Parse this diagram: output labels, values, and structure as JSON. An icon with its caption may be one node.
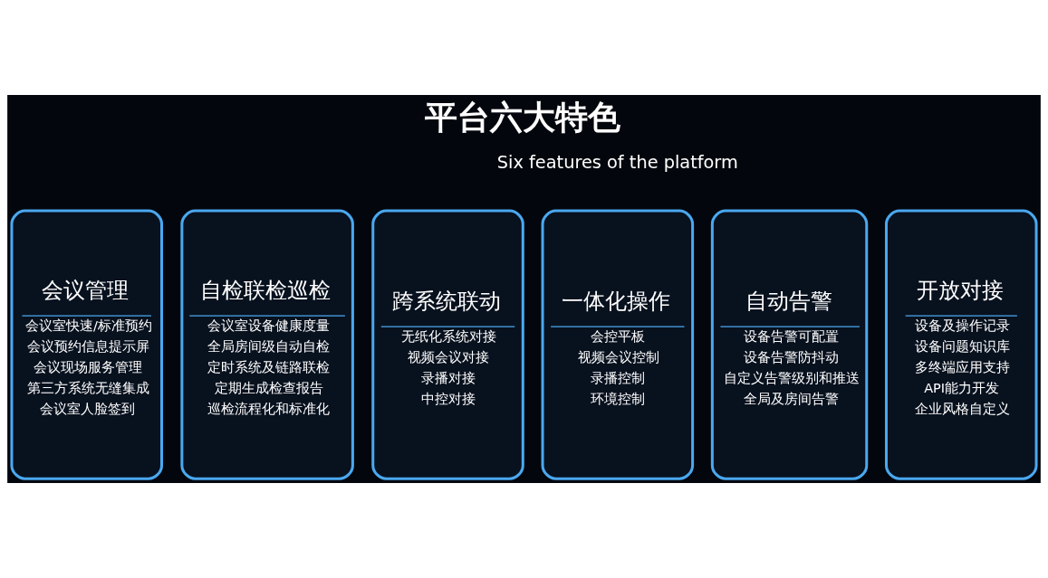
{
  "diagram": {
    "title": "平台六大特色",
    "nodes": [
      {
        "text": [
          "会议管理",
          "会议室快速/标准预约",
          "会议预约信息提示屏",
          "会议现场服务管理",
          "第三方系统无缝集成",
          "会议室人脸签到"
        ]
      },
      {
        "text": [
          "自检联检巡检",
          "会议室设备健康度量",
          "全局房间级自动自检",
          "定时系统及链路联检",
          "定期生成检查报告",
          "巡检流程化和标准化"
        ]
      },
      {
        "text": [
          "跨系统联动",
          "无纸化系统对接",
          "视频会议对接",
          "录播对接",
          "中控对接"
        ]
      },
      {
        "text": [
          "一体化操作",
          "会控平板",
          "视频会议控制",
          "录播控制",
          "环境控制"
        ]
      },
      {
        "text": [
          "自动告警",
          "设备告警可配置",
          "设备告警防抖动",
          "自定义告警级别和推送",
          "全局及房间告警"
        ]
      },
      {
        "text": [
          "开放对接",
          "设备及操作记录",
          "设备问题知识库",
          "多终端应用支持",
          "API能力开发",
          "企业风格自定义"
        ]
      }
    ],
    "edges": [],
    "labels": [
      "Six features of the platform"
    ]
  }
}
